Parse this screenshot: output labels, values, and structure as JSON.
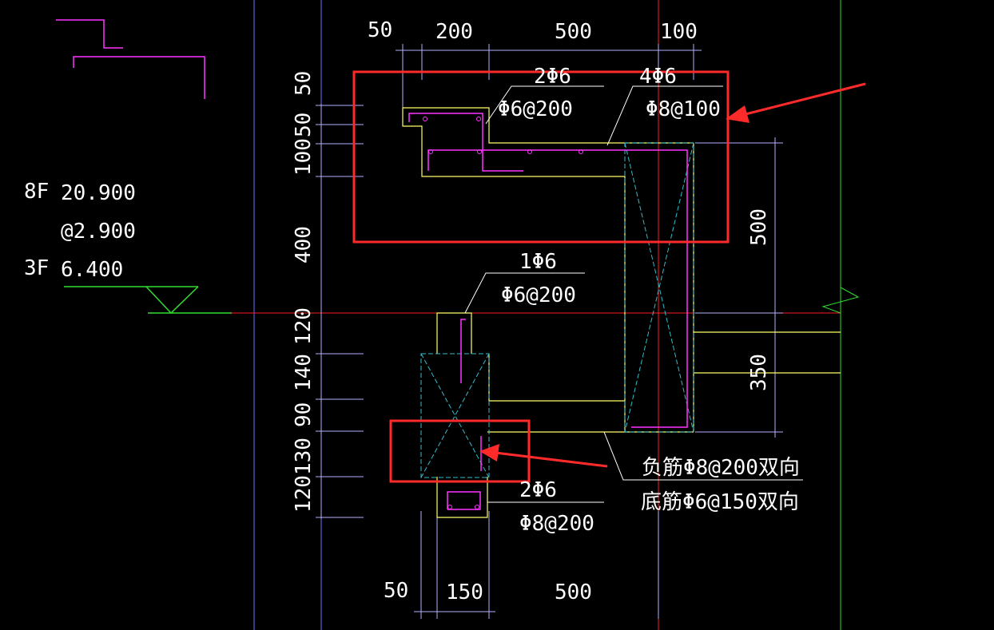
{
  "top_dims": {
    "d1": "50",
    "d2": "200",
    "d3": "500",
    "d4": "100"
  },
  "left_dims": {
    "d1": "50",
    "d2": "50",
    "d3": "100",
    "d4": "400",
    "d5": "120",
    "d6": "140",
    "d7": "90",
    "d8": "130",
    "d9": "120"
  },
  "right_dims": {
    "d1": "500",
    "d2": "350"
  },
  "bottom_dims": {
    "d1": "50",
    "d2": "150",
    "d3": "500"
  },
  "level_legend": {
    "line1_floor": "8F",
    "line1_elev": "20.900",
    "line2_step": "@2.900",
    "line3_floor": "3F",
    "line3_elev": "6.400"
  },
  "callouts": {
    "upper_left_main": "2Φ6",
    "upper_left_stirrup": "Φ6@200",
    "upper_right_main": "4Φ6",
    "upper_right_stirrup": "Φ8@100",
    "mid_main": "1Φ6",
    "mid_stirrup": "Φ6@200",
    "lower_main": "2Φ6",
    "lower_stirrup": "Φ8@200",
    "slab_top": "负筋Φ8@200双向",
    "slab_bottom": "底筋Φ6@150双向"
  },
  "colors": {
    "background": "#000000",
    "outline": "#ffff66",
    "rebar": "#ff33ff",
    "grid": "#6f6fff",
    "axis": "#ff2020",
    "highlight": "#ff2a2a",
    "dim": "#b0b0ff",
    "section": "#33bbcc",
    "ground": "#33dd33"
  }
}
